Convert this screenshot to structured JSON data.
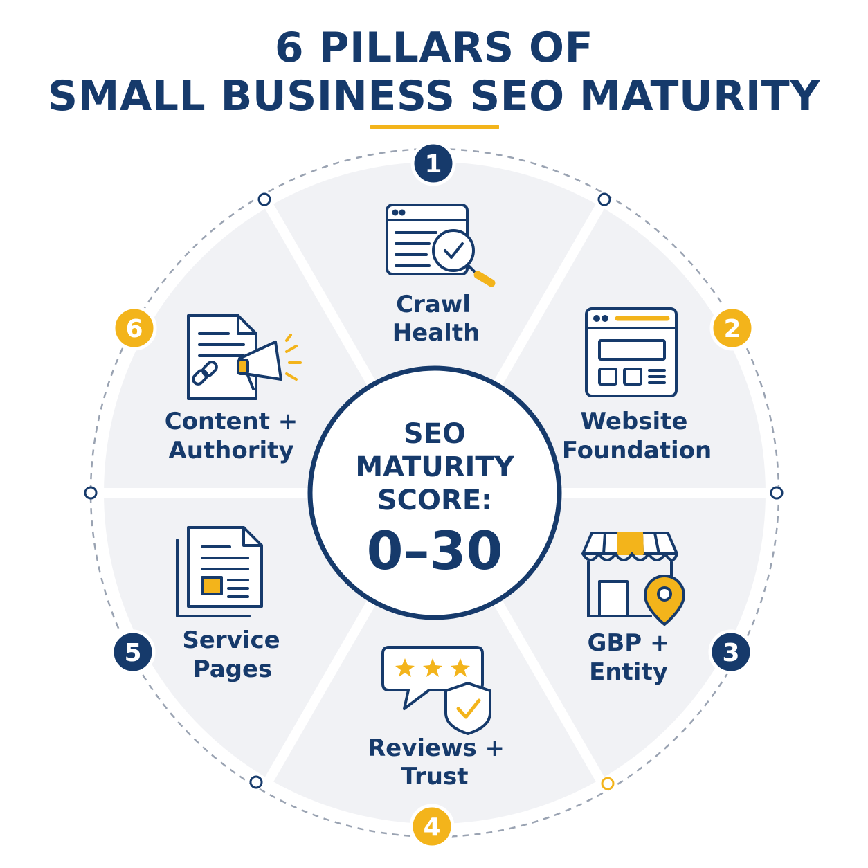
{
  "title_line1": "6 PILLARS OF",
  "title_line2": "SMALL BUSINESS SEO MATURITY",
  "center": {
    "line1": "SEO",
    "line2": "MATURITY",
    "line3": "SCORE:",
    "score": "0–30"
  },
  "pillars": [
    {
      "number": "1",
      "line1": "Crawl",
      "line2": "Health",
      "icon": "browser-magnifier-check-icon"
    },
    {
      "number": "2",
      "line1": "Website",
      "line2": "Foundation",
      "icon": "website-layout-icon"
    },
    {
      "number": "3",
      "line1": "GBP +",
      "line2": "Entity",
      "icon": "storefront-location-pin-icon"
    },
    {
      "number": "4",
      "line1": "Reviews +",
      "line2": "Trust",
      "icon": "review-stars-shield-icon"
    },
    {
      "number": "5",
      "line1": "Service",
      "line2": "Pages",
      "icon": "stacked-pages-icon"
    },
    {
      "number": "6",
      "line1": "Content +",
      "line2": "Authority",
      "icon": "document-link-megaphone-icon"
    }
  ],
  "colors": {
    "navy": "#163a6b",
    "gold": "#f3b41b",
    "segment": "#f1f2f5",
    "dashed_ring": "#9aa3b2"
  }
}
